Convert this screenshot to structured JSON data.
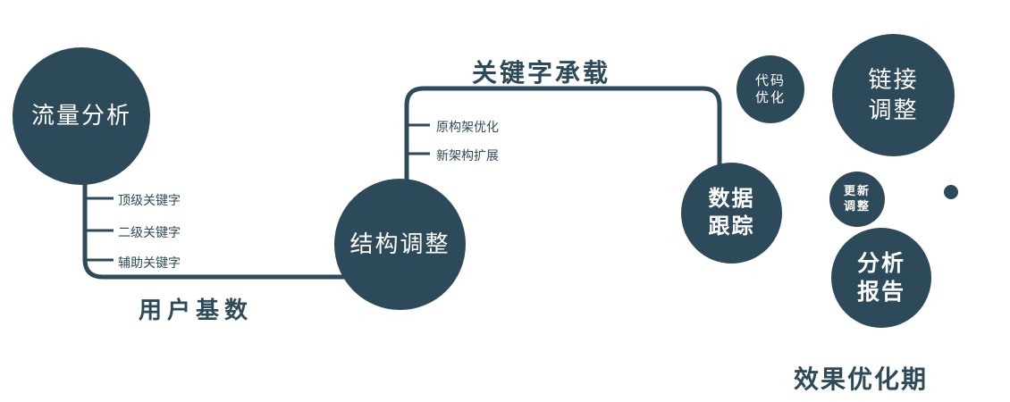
{
  "colors": {
    "primary": "#2d4a5a",
    "text": "#2d4a5a",
    "background": "#ffffff"
  },
  "nodes": {
    "traffic_analysis": {
      "label": "流量分析"
    },
    "structure_adjustment": {
      "label": "结构调整"
    },
    "data_tracking": {
      "line1": "数据",
      "line2": "跟踪"
    },
    "code_optimization": {
      "line1": "代码",
      "line2": "优化"
    },
    "link_adjustment": {
      "line1": "链接",
      "line2": "调整"
    },
    "update_adjustment": {
      "line1": "更新",
      "line2": "调整"
    },
    "analysis_report": {
      "line1": "分析",
      "line2": "报告"
    }
  },
  "edge_labels": {
    "user_base": "用户基数",
    "keyword_carrying": "关键字承载"
  },
  "branches": {
    "traffic": [
      "顶级关键字",
      "二级关键字",
      "辅助关键字"
    ],
    "structure": [
      "原构架优化",
      "新架构扩展"
    ]
  },
  "footer": {
    "label": "效果优化期"
  }
}
